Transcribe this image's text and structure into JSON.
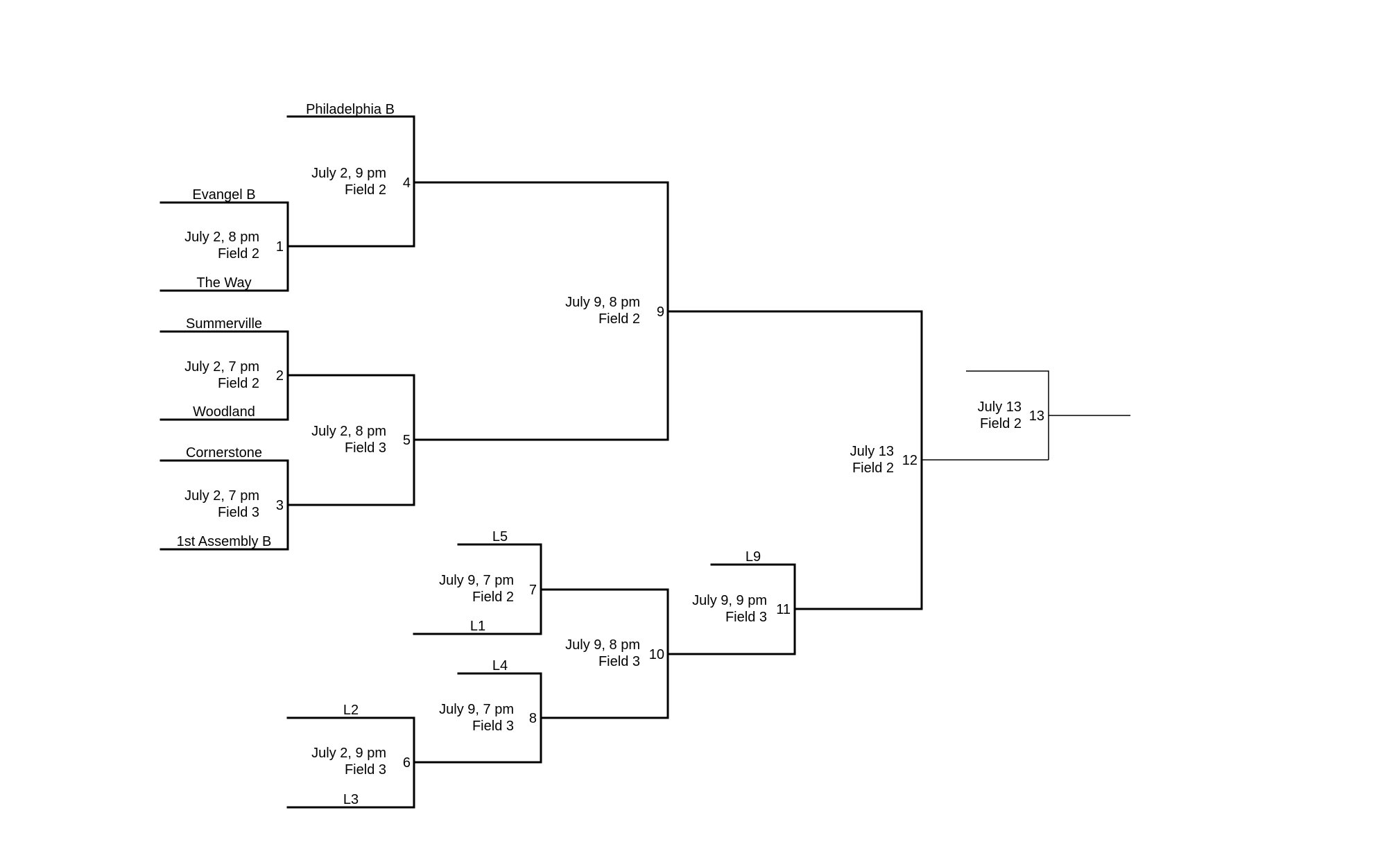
{
  "games": {
    "g1": {
      "number": "1",
      "date": "July 2, 8 pm",
      "field": "Field 2",
      "top": "Evangel B",
      "bottom": "The Way"
    },
    "g2": {
      "number": "2",
      "date": "July 2, 7 pm",
      "field": "Field 2",
      "top": "Summerville",
      "bottom": "Woodland"
    },
    "g3": {
      "number": "3",
      "date": "July 2, 7 pm",
      "field": "Field 3",
      "top": "Cornerstone",
      "bottom": "1st Assembly B"
    },
    "g4": {
      "number": "4",
      "date": "July 2, 9 pm",
      "field": "Field 2",
      "top": "Philadelphia B"
    },
    "g5": {
      "number": "5",
      "date": "July 2, 8 pm",
      "field": "Field 3"
    },
    "g6": {
      "number": "6",
      "date": "July 2, 9 pm",
      "field": "Field 3",
      "top": "L2",
      "bottom": "L3"
    },
    "g7": {
      "number": "7",
      "date": "July 9, 7 pm",
      "field": "Field 2",
      "top": "L5",
      "bottom": "L1"
    },
    "g8": {
      "number": "8",
      "date": "July 9, 7 pm",
      "field": "Field 3",
      "top": "L4"
    },
    "g9": {
      "number": "9",
      "date": "July 9, 8 pm",
      "field": "Field 2"
    },
    "g10": {
      "number": "10",
      "date": "July 9, 8 pm",
      "field": "Field 3"
    },
    "g11": {
      "number": "11",
      "date": "July 9, 9 pm",
      "field": "Field 3",
      "top": "L9"
    },
    "g12": {
      "number": "12",
      "date": "July 13",
      "field": "Field 2"
    },
    "g13": {
      "number": "13",
      "date": "July 13",
      "field": "Field 2"
    }
  }
}
